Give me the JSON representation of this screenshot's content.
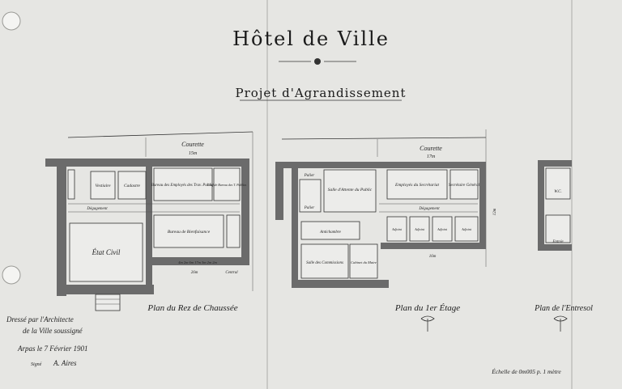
{
  "title": "Hôtel de Ville",
  "subtitle": "Projet d'Agrandissement",
  "plans": {
    "ground": {
      "caption": "Plan du Rez de Chaussée",
      "rooms": {
        "courette": "Courette",
        "courette_dim": "15m",
        "vestiaire": "Vestiaire",
        "cadastre": "Cadastre",
        "bureau_employes": "Bureau des Employés des Trav. Publics",
        "chef_bureau": "Chef de Bureau des T. Publics",
        "degagement": "Dégagement",
        "bienfaisance": "Bureau de Bienfaisance",
        "etat_civil": "État Civil",
        "dims": "4m 2m 6m 17m 3m 2m 2m",
        "total_dim": "26m",
        "central": "Central"
      }
    },
    "first": {
      "caption": "Plan du 1er Étage",
      "rooms": {
        "courette": "Courette",
        "courette_dim": "17m",
        "palier_top": "Palier",
        "salle_attente": "Salle d'Attente du Public",
        "employes_secretariat": "Employés du Secrétariat",
        "secretaire_general": "Secrétaire Général",
        "palier": "Palier",
        "degagement": "Dégagement",
        "antichambre": "Antichambre",
        "adjoint": "Adjoint",
        "salle_commissions": "Salle des Commissions",
        "cabinet_maire": "Cabinet du Maire",
        "dim": "16m",
        "side_dim": "12m"
      }
    },
    "mezzanine": {
      "caption": "Plan de l'Entresol",
      "rooms": {
        "wc": "W.C.",
        "entree": "Entrée"
      }
    }
  },
  "signature": {
    "line1": "Dressé par l'Architecte",
    "line2": "de la Ville soussigné",
    "date": "Arpas le 7 Février 1901",
    "signed_label": "Signé",
    "signed_name": "A. Aires"
  },
  "scale": "Échelle de 0m005 p. 1 mètre"
}
